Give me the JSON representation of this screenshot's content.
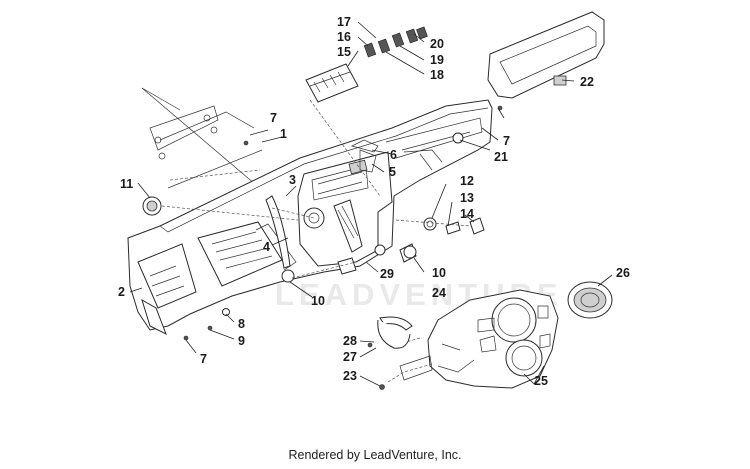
{
  "watermark": "LEADVENTURE",
  "footer": "Rendered by LeadVenture, Inc.",
  "callouts": [
    "1",
    "2",
    "3",
    "4",
    "5",
    "6",
    "7",
    "7",
    "7",
    "7",
    "8",
    "9",
    "10",
    "10",
    "11",
    "12",
    "13",
    "14",
    "15",
    "16",
    "17",
    "18",
    "19",
    "20",
    "21",
    "22",
    "23",
    "24",
    "25",
    "26",
    "27",
    "28",
    "29"
  ]
}
